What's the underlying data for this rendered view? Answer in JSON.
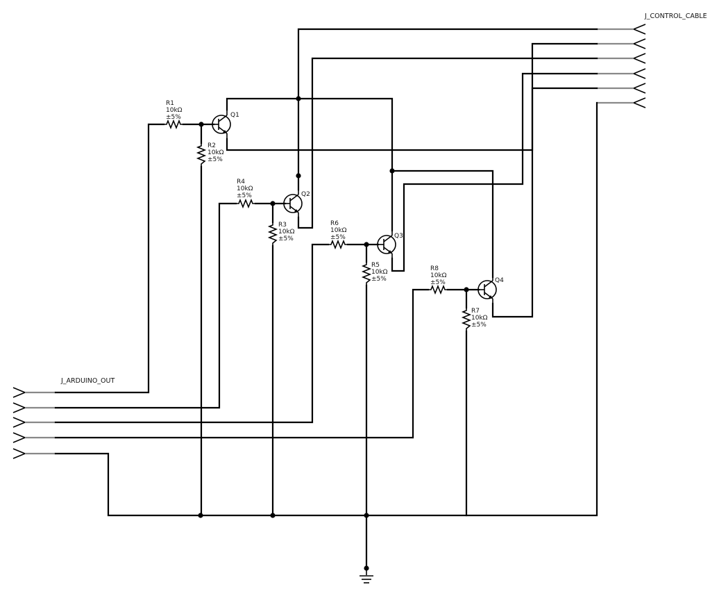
{
  "connectors": {
    "control": {
      "name": "J_CONTROL_CABLE"
    },
    "arduino": {
      "name": "J_ARDUINO_OUT"
    }
  },
  "resistors": [
    {
      "ref": "R1",
      "value": "10kΩ",
      "tol": "±5%"
    },
    {
      "ref": "R2",
      "value": "10kΩ",
      "tol": "±5%"
    },
    {
      "ref": "R4",
      "value": "10kΩ",
      "tol": "±5%"
    },
    {
      "ref": "R3",
      "value": "10kΩ",
      "tol": "±5%"
    },
    {
      "ref": "R6",
      "value": "10kΩ",
      "tol": "±5%"
    },
    {
      "ref": "R5",
      "value": "10kΩ",
      "tol": "±5%"
    },
    {
      "ref": "R8",
      "value": "10kΩ",
      "tol": "±5%"
    },
    {
      "ref": "R7",
      "value": "10kΩ",
      "tol": "±5%"
    }
  ],
  "transistors": [
    {
      "ref": "Q1"
    },
    {
      "ref": "Q2"
    },
    {
      "ref": "Q3"
    },
    {
      "ref": "Q4"
    }
  ]
}
